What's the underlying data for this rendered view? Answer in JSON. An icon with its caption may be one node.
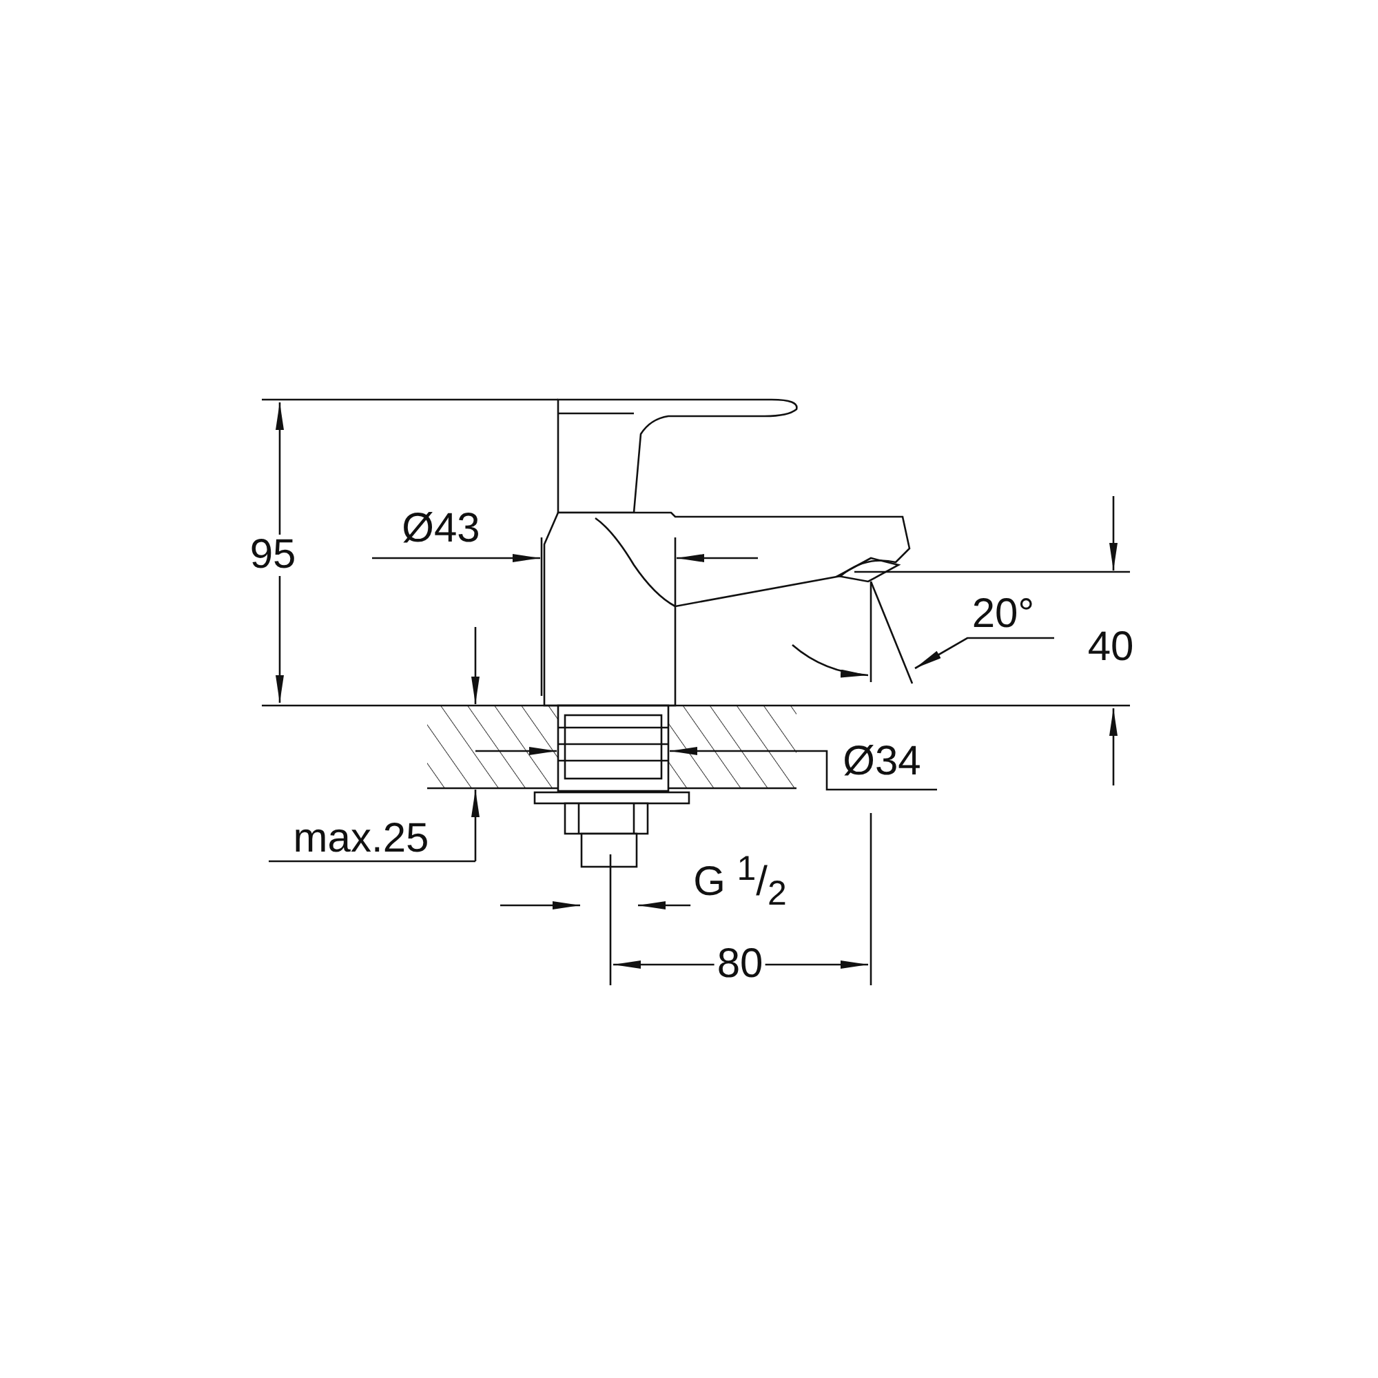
{
  "diagram": {
    "labels": [
      "95",
      "Ø43",
      "20°",
      "40",
      "Ø34",
      "max.25",
      "G $^{1}$/$_{2}$",
      "80"
    ]
  }
}
